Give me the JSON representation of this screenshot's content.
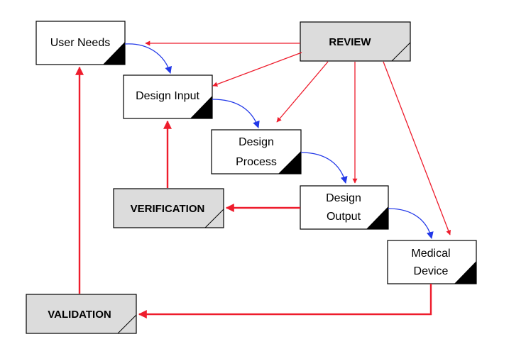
{
  "diagram": {
    "colors": {
      "red_arrow": "#ee1c2c",
      "blue_arrow": "#2238e8",
      "process_box": "#ffffff",
      "review_box": "#dcdcdc",
      "border": "#000000"
    },
    "nodes": {
      "user_needs": "User Needs",
      "design_input": "Design Input",
      "design_process_line1": "Design",
      "design_process_line2": "Process",
      "design_output_line1": "Design",
      "design_output_line2": "Output",
      "medical_device_line1": "Medical",
      "medical_device_line2": "Device",
      "review": "REVIEW",
      "verification": "VERIFICATION",
      "validation": "VALIDATION"
    }
  }
}
